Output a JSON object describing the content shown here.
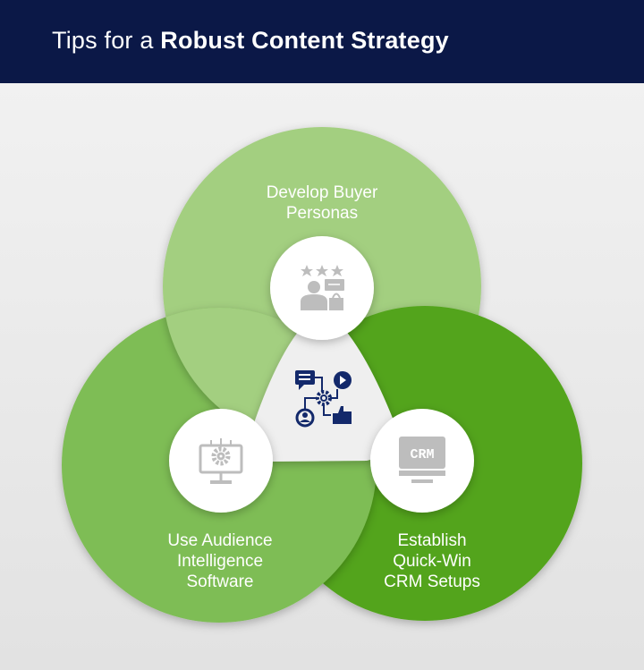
{
  "header": {
    "title_prefix": "Tips for a ",
    "title_bold": "Robust Content Strategy"
  },
  "tips": [
    {
      "lines": [
        "Develop Buyer",
        "Personas"
      ],
      "icon": "buyer-persona-icon"
    },
    {
      "lines": [
        "Use Audience",
        "Intelligence",
        "Software"
      ],
      "icon": "monitor-gear-icon"
    },
    {
      "lines": [
        "Establish",
        "Quick-Win",
        "CRM Setups"
      ],
      "icon": "crm-monitor-icon"
    }
  ],
  "center_icon": "content-workflow-icon",
  "crm_text": "CRM",
  "colors": {
    "header": "#0b1847",
    "top": "#a3cf80",
    "left": "#7ebd55",
    "right": "#52a41c",
    "icon_navy": "#13296b",
    "icon_grey": "#bdbdbd"
  }
}
